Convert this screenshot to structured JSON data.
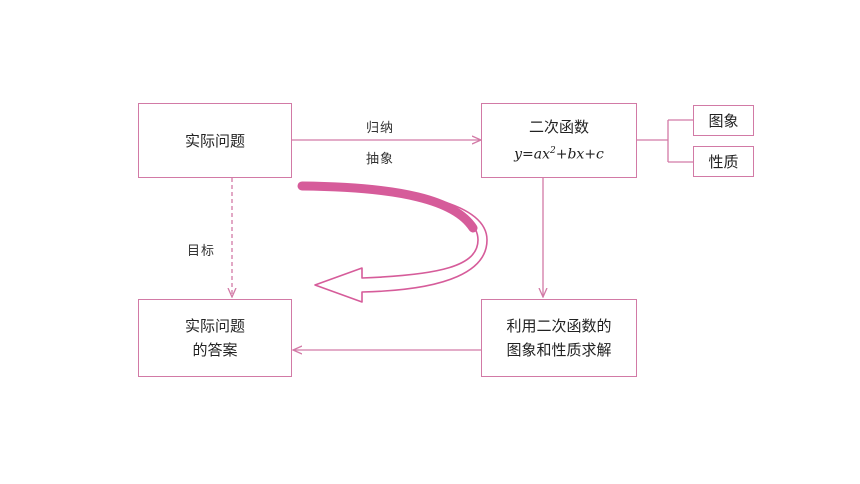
{
  "boxes": {
    "practical_problem": "实际问题",
    "quadratic_function": {
      "title": "二次函数",
      "formula_y": "y",
      "formula_eq": "=",
      "formula_a": "ax",
      "formula_exp": "2",
      "formula_b": "+bx",
      "formula_c": "+c"
    },
    "graph": "图象",
    "property": "性质",
    "solve_line1": "利用二次函数的",
    "solve_line2": "图象和性质求解",
    "answer_line1": "实际问题",
    "answer_line2": "的答案"
  },
  "labels": {
    "induct": "归纳",
    "abstract": "抽象",
    "goal": "目标"
  },
  "colors": {
    "line": "#d27aa6",
    "curved_arrow": "#d65c9a"
  }
}
